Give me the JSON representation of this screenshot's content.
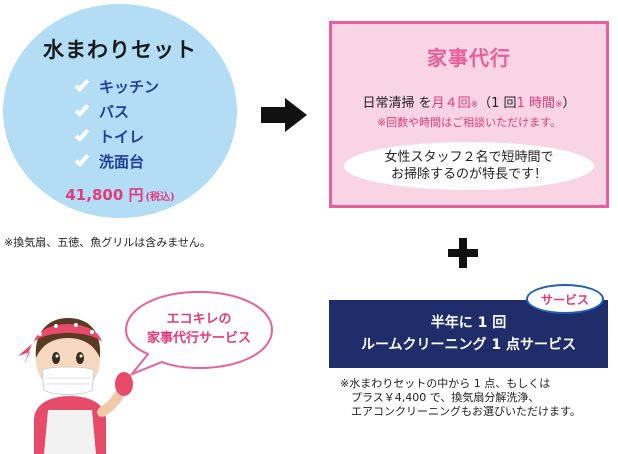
{
  "set": {
    "title": "水まわりセット",
    "items": [
      "キッチン",
      "バス",
      "トイレ",
      "洗面台"
    ],
    "price": "41,800 円",
    "tax": "(税込)",
    "note": "※換気扇、五徳、魚グリルは含みません。"
  },
  "housekeeping": {
    "title": "家事代行",
    "freq_prefix": "日常清掃 を",
    "freq_count": "月４回",
    "freq_mark": "※",
    "freq_paren_open": "（1 回",
    "freq_hours": "1 時間",
    "freq_paren_close": "）",
    "sub_note": "※回数や時間はご相談いただけます。",
    "feature_line1": "女性スタッフ２名で短時間で",
    "feature_line2": "お掃除するのが特長です！"
  },
  "bubble": {
    "line1": "エコキレの",
    "line2": "家事代行サービス"
  },
  "room_service": {
    "badge": "サービス",
    "line1": "半年に 1 回",
    "line2": "ルームクリーニング 1 点サービス",
    "note_line1": "※水まわりセットの中から 1 点、もしくは",
    "note_line2": "プラス￥4,400 で、換気扇分解洗浄、",
    "note_line3": "エアコンクリーニングもお選びいただけます。"
  },
  "colors": {
    "circle": "#b3dcf5",
    "pink_fill": "#f9d4e4",
    "pink_accent": "#e8609b",
    "navy": "#1f2d6b",
    "checklist_blue": "#1f3f9a"
  }
}
